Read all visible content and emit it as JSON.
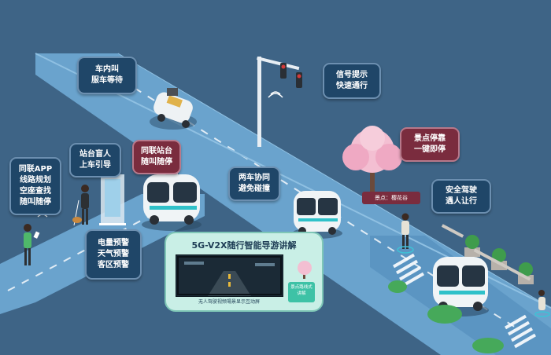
{
  "callouts": {
    "car_call": [
      "车内叫",
      "服车等待"
    ],
    "signal": [
      "信号提示",
      "快速通行"
    ],
    "station_guide": [
      "站台盲人",
      "上车引导"
    ],
    "station_call": [
      "同联站台",
      "随叫随停"
    ],
    "app": [
      "同联APP",
      "线路规划",
      "空座查找",
      "随叫随停"
    ],
    "coop": [
      "两车协同",
      "避免碰撞"
    ],
    "scenic_stop": [
      "景点停靠",
      "一键即停"
    ],
    "safety": [
      "安全驾驶",
      "遇人让行"
    ],
    "alerts": [
      "电量预警",
      "天气预警",
      "客区预警"
    ]
  },
  "panel": {
    "title": "5G-V2X随行智能导游讲解",
    "caption": "无人驾驶视频場景显示互动屏",
    "badge": "景点路线式 讲解"
  },
  "scenic_label": "景点：樱花谷",
  "colors": {
    "background": "#3e6486",
    "road": "#6aa3cd",
    "callout_blue": "#1f4668",
    "callout_red": "#7a2c3e",
    "panel": "#c9efe6"
  }
}
